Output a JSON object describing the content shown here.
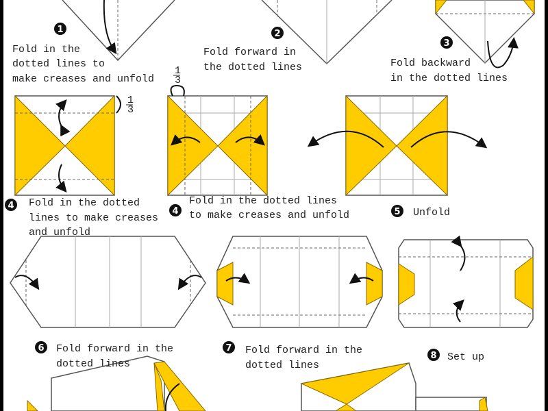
{
  "steps": [
    {
      "number": "1",
      "lines": [
        "Fold in the",
        "dotted lines to",
        "make creases and unfold"
      ]
    },
    {
      "number": "2",
      "lines": [
        "Fold forward in",
        "the dotted lines"
      ]
    },
    {
      "number": "3",
      "lines": [
        "Fold backward",
        "in the dotted lines"
      ]
    },
    {
      "number": "4",
      "lines": [
        "Fold in the dotted",
        "lines to make creases",
        "and unfold"
      ]
    },
    {
      "number": "4",
      "lines": [
        "Fold in the dotted lines",
        "to make creases and unfold"
      ]
    },
    {
      "number": "5",
      "lines": [
        "Unfold"
      ]
    },
    {
      "number": "6",
      "lines": [
        "Fold forward in the",
        "dotted lines"
      ]
    },
    {
      "number": "7",
      "lines": [
        "Fold forward in the",
        "dotted lines"
      ]
    },
    {
      "number": "8",
      "lines": [
        "Set up"
      ]
    }
  ],
  "fraction": {
    "numerator": "1",
    "denominator": "3"
  },
  "colors": {
    "paper_yellow": "#ffcc00",
    "background": "#ffffff",
    "border": "#000000"
  }
}
